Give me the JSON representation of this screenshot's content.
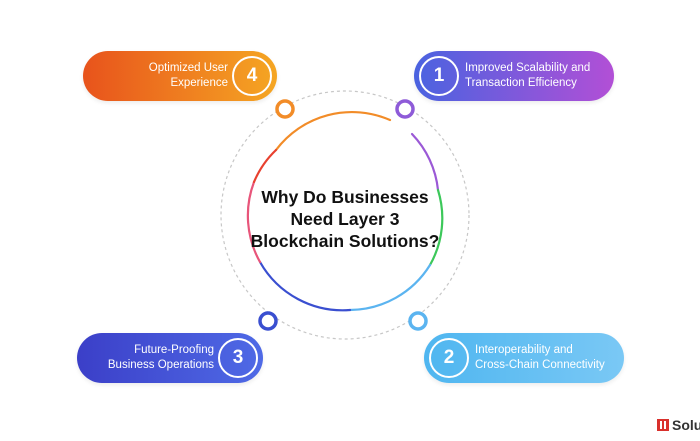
{
  "title": {
    "line1": "Why Do Businesses",
    "line2": "Need Layer 3",
    "line3": "Blockchain Solutions?"
  },
  "items": [
    {
      "number": "1",
      "line1": "Improved Scalability and",
      "line2": "Transaction Efficiency",
      "color_start": "#4a63e0",
      "color_end": "#b24fd6"
    },
    {
      "number": "2",
      "line1": "Interoperability and",
      "line2": "Cross-Chain Connectivity",
      "color_start": "#4fb6f0",
      "color_end": "#7ac8f5"
    },
    {
      "number": "3",
      "line1": "Future-Proofing",
      "line2": "Business Operations",
      "color_start": "#3b3fc8",
      "color_end": "#4f6ae6"
    },
    {
      "number": "4",
      "line1": "Optimized User",
      "line2": "Experience",
      "color_start": "#e8531c",
      "color_end": "#f5a623"
    }
  ],
  "logo": {
    "text": "Solu"
  },
  "colors": {
    "ring_orange": "#f28c28",
    "ring_purple": "#9b59d6",
    "ring_green": "#3cc85a",
    "ring_blue": "#5bb4f0",
    "ring_navy": "#3a4fd0",
    "ring_pink": "#e8557a",
    "dashed": "#c7c7c7"
  }
}
